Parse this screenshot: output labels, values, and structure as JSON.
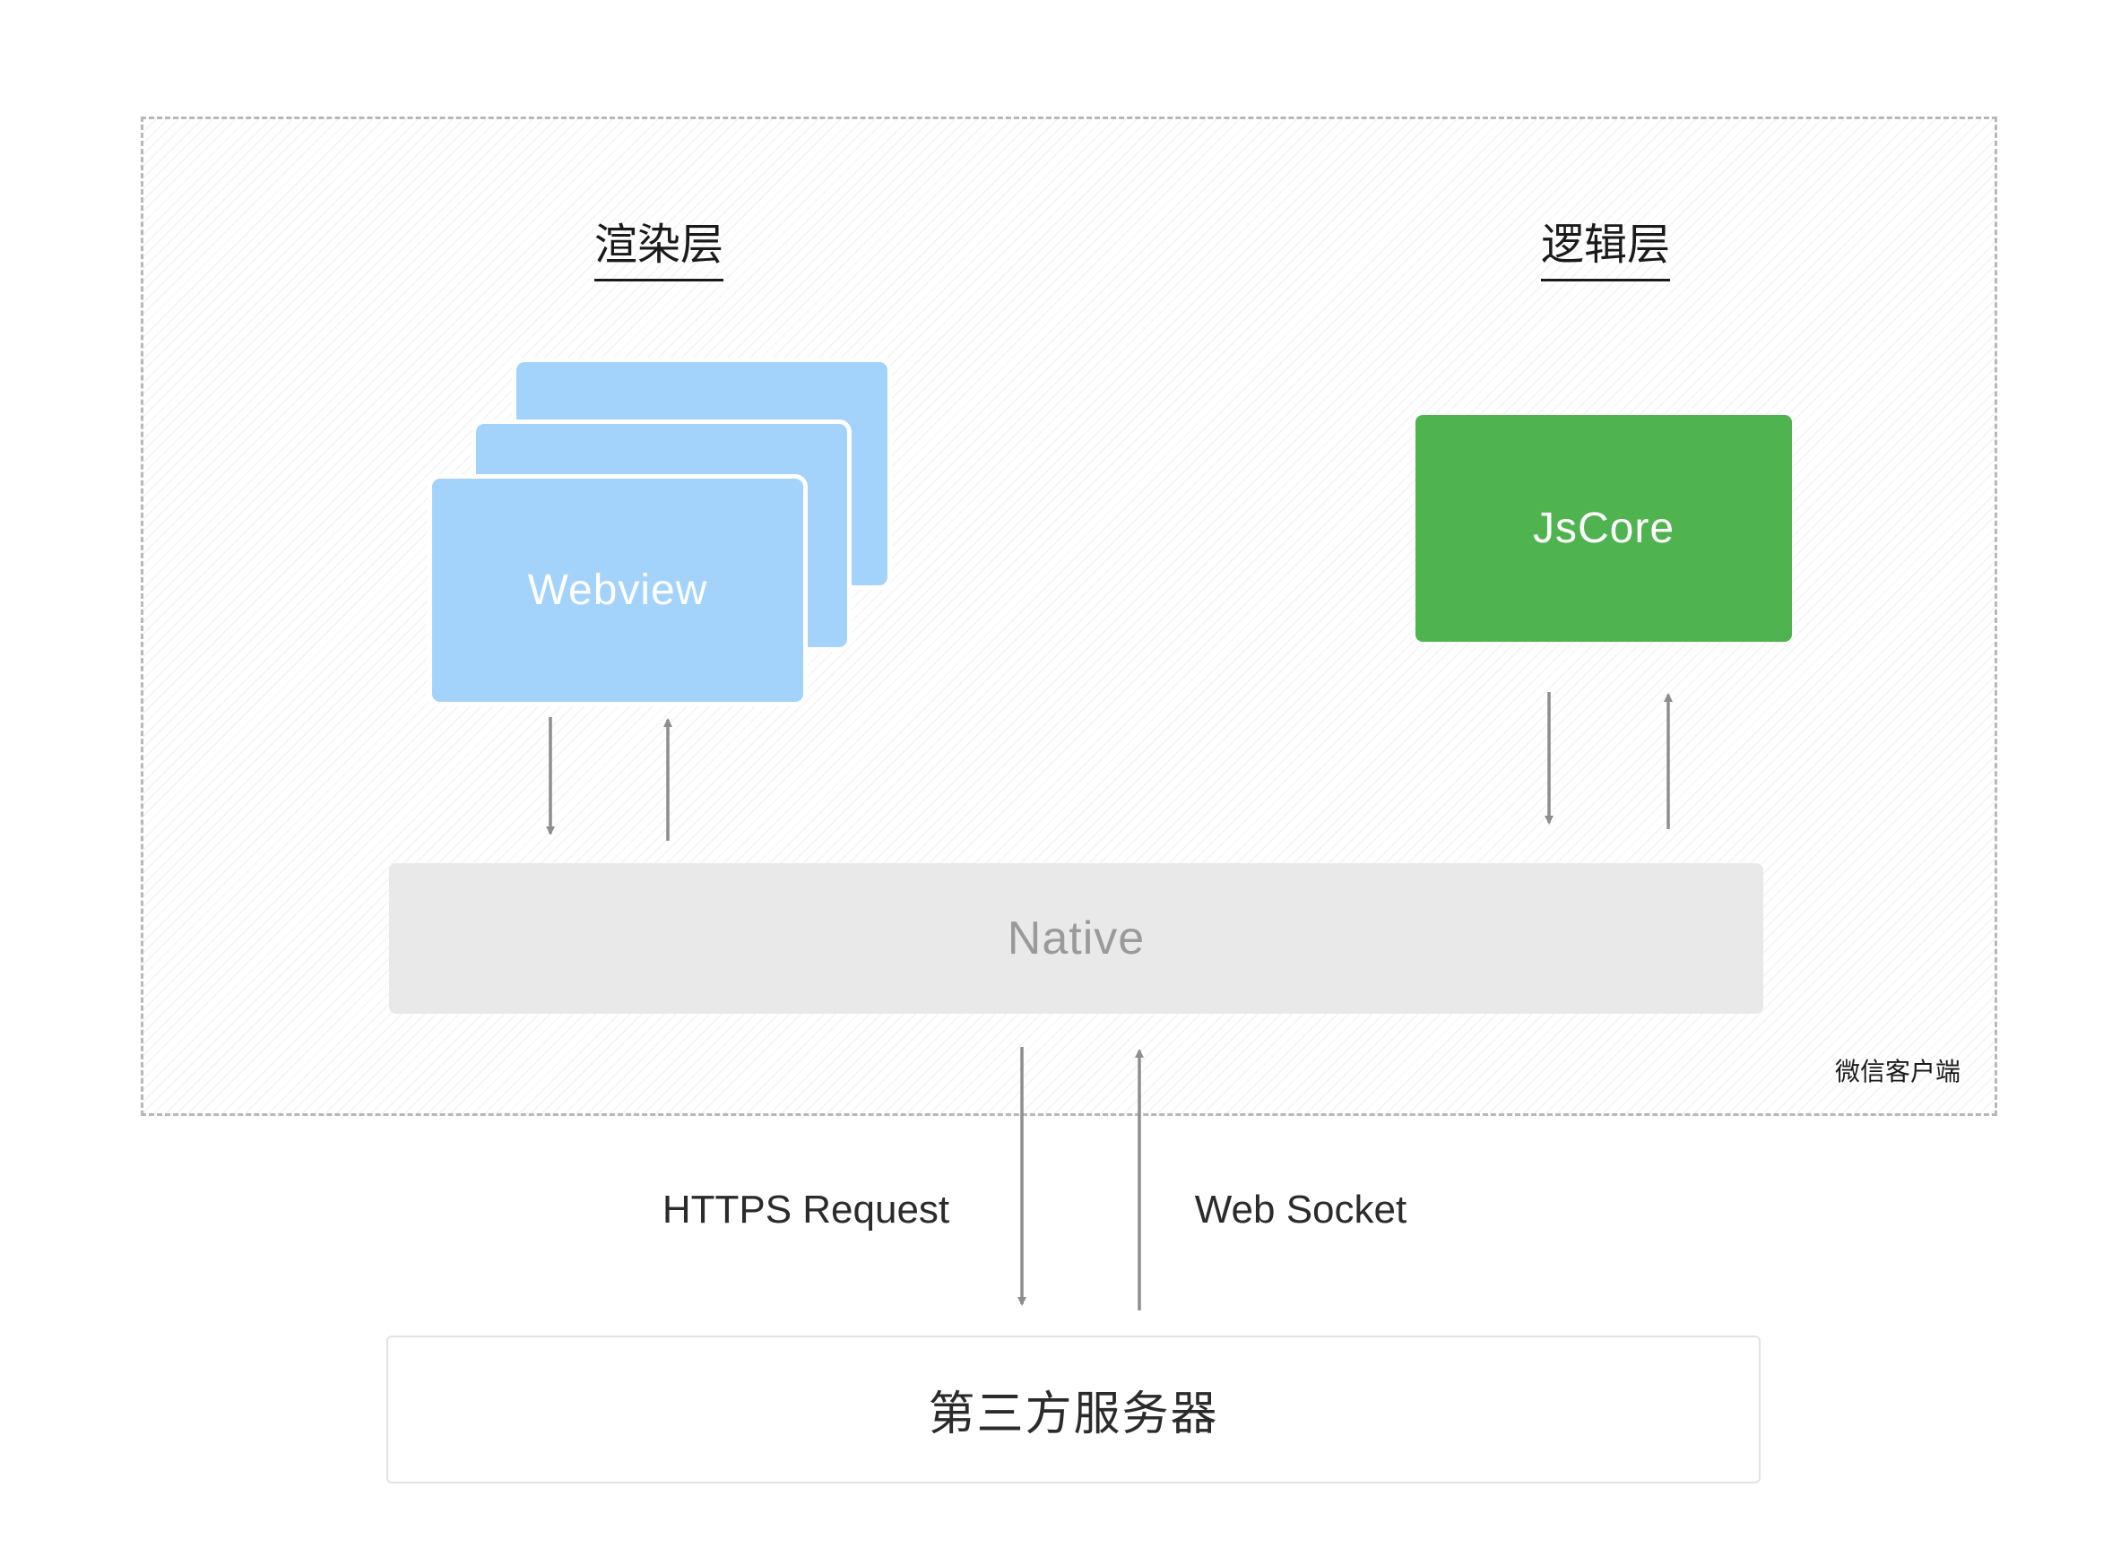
{
  "diagram": {
    "client_container": {
      "label": "微信客户端"
    },
    "render_layer": {
      "title": "渲染层",
      "webview_label": "Webview"
    },
    "logic_layer": {
      "title": "逻辑层",
      "jscore_label": "JsCore"
    },
    "native": {
      "label": "Native"
    },
    "server": {
      "label": "第三方服务器"
    },
    "connections": {
      "https_label": "HTTPS Request",
      "websocket_label": "Web Socket"
    }
  },
  "colors": {
    "webview_bg": "#A3D3FA",
    "jscore_bg": "#4FB34F",
    "native_bg": "#E9E9E9",
    "native_text": "#9A9A9A",
    "arrow_color": "#8E8E8E",
    "dash_border": "#B8B8B8",
    "server_border": "#E3E3E3",
    "title_color": "#1A1A1A"
  }
}
